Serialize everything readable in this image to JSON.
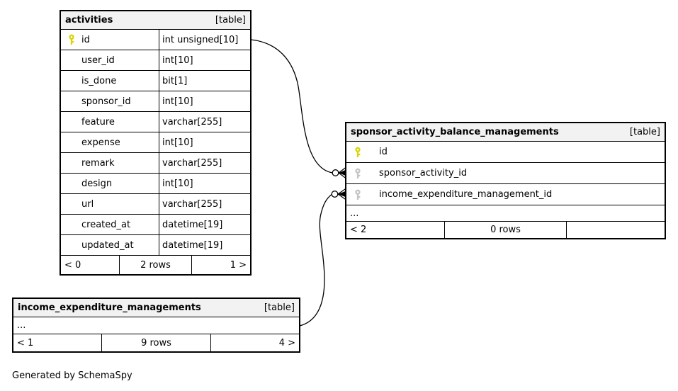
{
  "diagram": {
    "attribution": "Generated by SchemaSpy",
    "key_colors": {
      "primary": "#d6d600",
      "foreign": "#c4c4c4"
    }
  },
  "tables": [
    {
      "name": "activities",
      "badge": "[table]",
      "columns": [
        {
          "name": "id",
          "type": "int unsigned[10]",
          "key": "primary"
        },
        {
          "name": "user_id",
          "type": "int[10]"
        },
        {
          "name": "is_done",
          "type": "bit[1]"
        },
        {
          "name": "sponsor_id",
          "type": "int[10]"
        },
        {
          "name": "feature",
          "type": "varchar[255]"
        },
        {
          "name": "expense",
          "type": "int[10]"
        },
        {
          "name": "remark",
          "type": "varchar[255]"
        },
        {
          "name": "design",
          "type": "int[10]"
        },
        {
          "name": "url",
          "type": "varchar[255]"
        },
        {
          "name": "created_at",
          "type": "datetime[19]"
        },
        {
          "name": "updated_at",
          "type": "datetime[19]"
        }
      ],
      "footer": {
        "left": "< 0",
        "center": "2 rows",
        "right": "1 >"
      }
    },
    {
      "name": "sponsor_activity_balance_managements",
      "badge": "[table]",
      "columns": [
        {
          "name": "id",
          "key": "primary"
        },
        {
          "name": "sponsor_activity_id",
          "key": "foreign"
        },
        {
          "name": "income_expenditure_management_id",
          "key": "foreign"
        }
      ],
      "ellipsis": "...",
      "footer": {
        "left": "< 2",
        "center": "0 rows",
        "right": ""
      }
    },
    {
      "name": "income_expenditure_managements",
      "badge": "[table]",
      "columns": [],
      "ellipsis": "...",
      "footer": {
        "left": "< 1",
        "center": "9 rows",
        "right": "4 >"
      }
    }
  ]
}
